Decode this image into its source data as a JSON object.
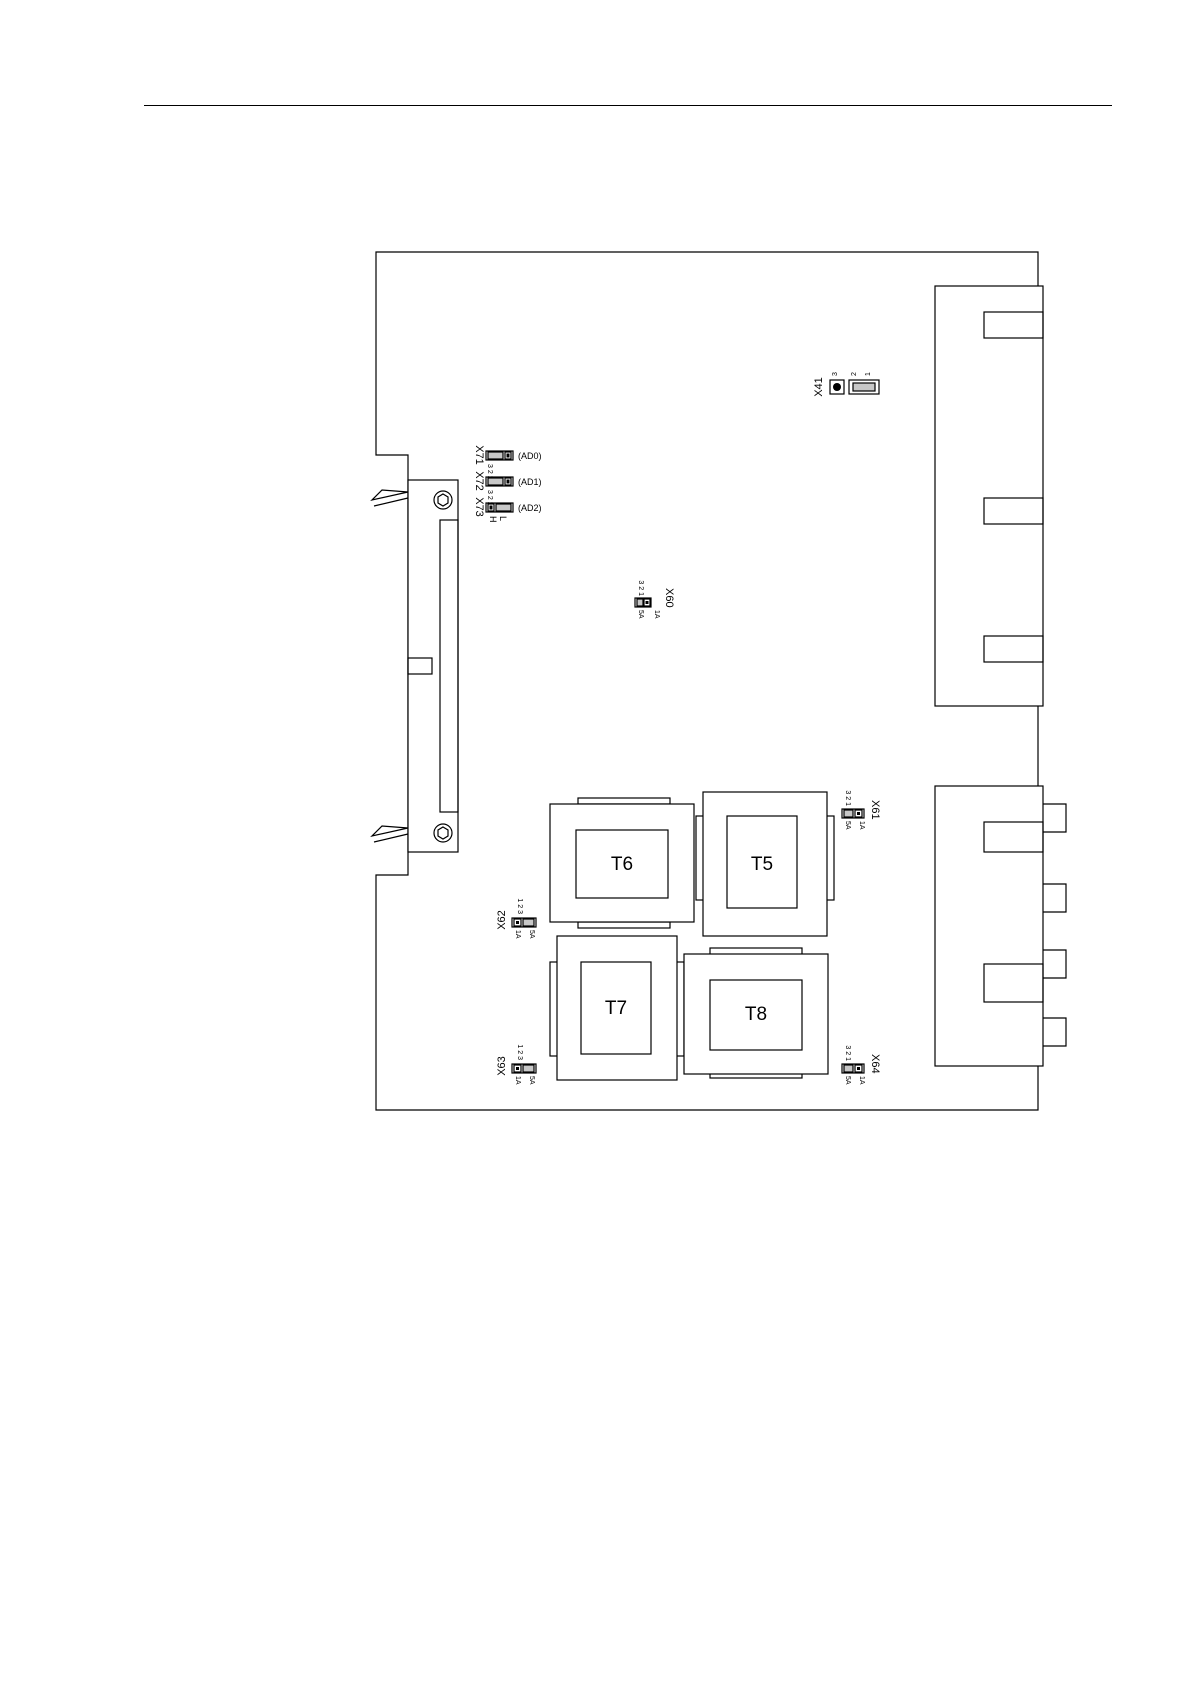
{
  "transformers": [
    {
      "id": "t6",
      "label": "T6"
    },
    {
      "id": "t5",
      "label": "T5"
    },
    {
      "id": "t7",
      "label": "T7"
    },
    {
      "id": "t8",
      "label": "T8"
    }
  ],
  "jumpers": {
    "x41": {
      "label": "X41",
      "pin3": "3",
      "pin2": "2",
      "pin1": "1"
    },
    "x71": {
      "label": "X71",
      "signal": "(AD0)",
      "pins": "3 2 1"
    },
    "x72": {
      "label": "X72",
      "signal": "(AD1)",
      "pins": "3 2 1"
    },
    "x73": {
      "label": "X73",
      "signal": "(AD2)",
      "low": "L",
      "high": "H"
    },
    "x60": {
      "label": "X60",
      "opt_a": "5A",
      "opt_b": "1A",
      "pins": "3 2 1"
    },
    "x61": {
      "label": "X61",
      "opt_a": "5A",
      "opt_b": "1A",
      "pins": "3 2 1"
    },
    "x62": {
      "label": "X62",
      "opt_a": "1A",
      "opt_b": "5A",
      "pins": "1 2 3"
    },
    "x63": {
      "label": "X63",
      "opt_a": "1A",
      "opt_b": "5A",
      "pins": "1 2 3"
    },
    "x64": {
      "label": "X64",
      "opt_a": "5A",
      "opt_b": "1A",
      "pins": "3 2 1"
    }
  }
}
